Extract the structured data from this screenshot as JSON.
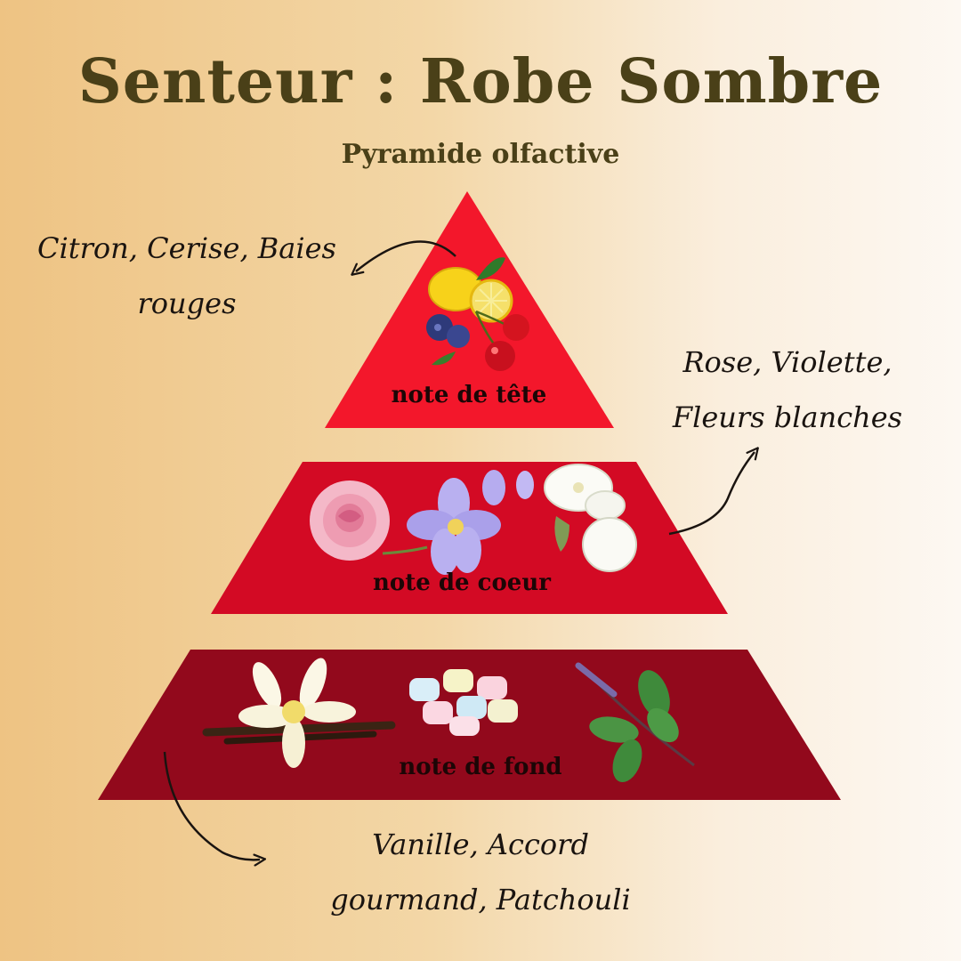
{
  "title": "Senteur : Robe Sombre",
  "subtitle": "Pyramide olfactive",
  "tiers": {
    "top": {
      "label": "note de tête",
      "notes": "Citron, Cerise, Baies rouges",
      "color": "#f3172b",
      "icons": [
        "lemon-icon",
        "blueberry-icon",
        "cherry-icon",
        "leaf-icon"
      ]
    },
    "heart": {
      "label": "note de coeur",
      "notes": "Rose, Violette, Fleurs blanches",
      "color": "#d30a24",
      "icons": [
        "rose-icon",
        "violet-flower-icon",
        "white-flower-icon"
      ]
    },
    "base": {
      "label": "note de fond",
      "notes": "Vanille, Accord gourmand, Patchouli",
      "color": "#92091c",
      "icons": [
        "vanilla-flower-icon",
        "marshmallow-icon",
        "patchouli-plant-icon"
      ]
    }
  }
}
